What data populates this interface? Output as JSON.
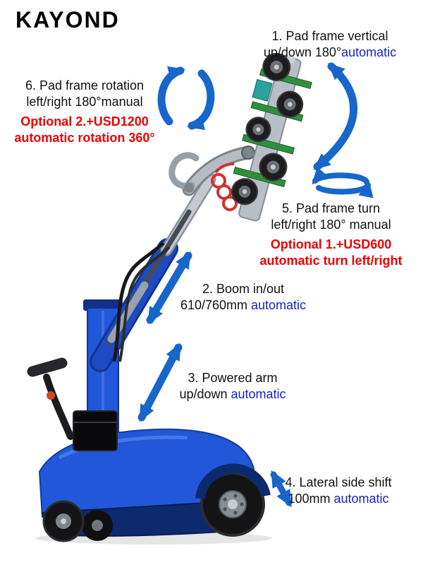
{
  "brand": {
    "name": "KAYOND"
  },
  "colors": {
    "highlight": "#1722cf",
    "optional": "#ee0000",
    "arrow": "#1766c9",
    "ink": "#111111",
    "machine_blue": "#2157d8",
    "machine_navy": "#0d2a6e"
  },
  "annotations": {
    "pad_vertical": {
      "line1": "1. Pad frame vertical",
      "line2": "up/down 180°",
      "line2_auto": "automatic"
    },
    "pad_rotation": {
      "line1": "6. Pad frame rotation",
      "line2": "left/right 180°manual",
      "optional1": "Optional 2.+USD1200",
      "optional2": "automatic rotation 360°"
    },
    "pad_turn": {
      "line1": "5. Pad frame turn",
      "line2": "left/right 180° manual",
      "optional1": "Optional 1.+USD600",
      "optional2": "automatic turn left/right"
    },
    "boom": {
      "line1": "2. Boom in/out",
      "line2": "610/760mm",
      "line2_auto": "automatic"
    },
    "powered_arm": {
      "line1": "3. Powered arm",
      "line2": "up/down",
      "line2_auto": "automatic"
    },
    "side_shift": {
      "line1": "4. Lateral side shift",
      "line2": "100mm",
      "line2_auto": "automatic"
    }
  }
}
